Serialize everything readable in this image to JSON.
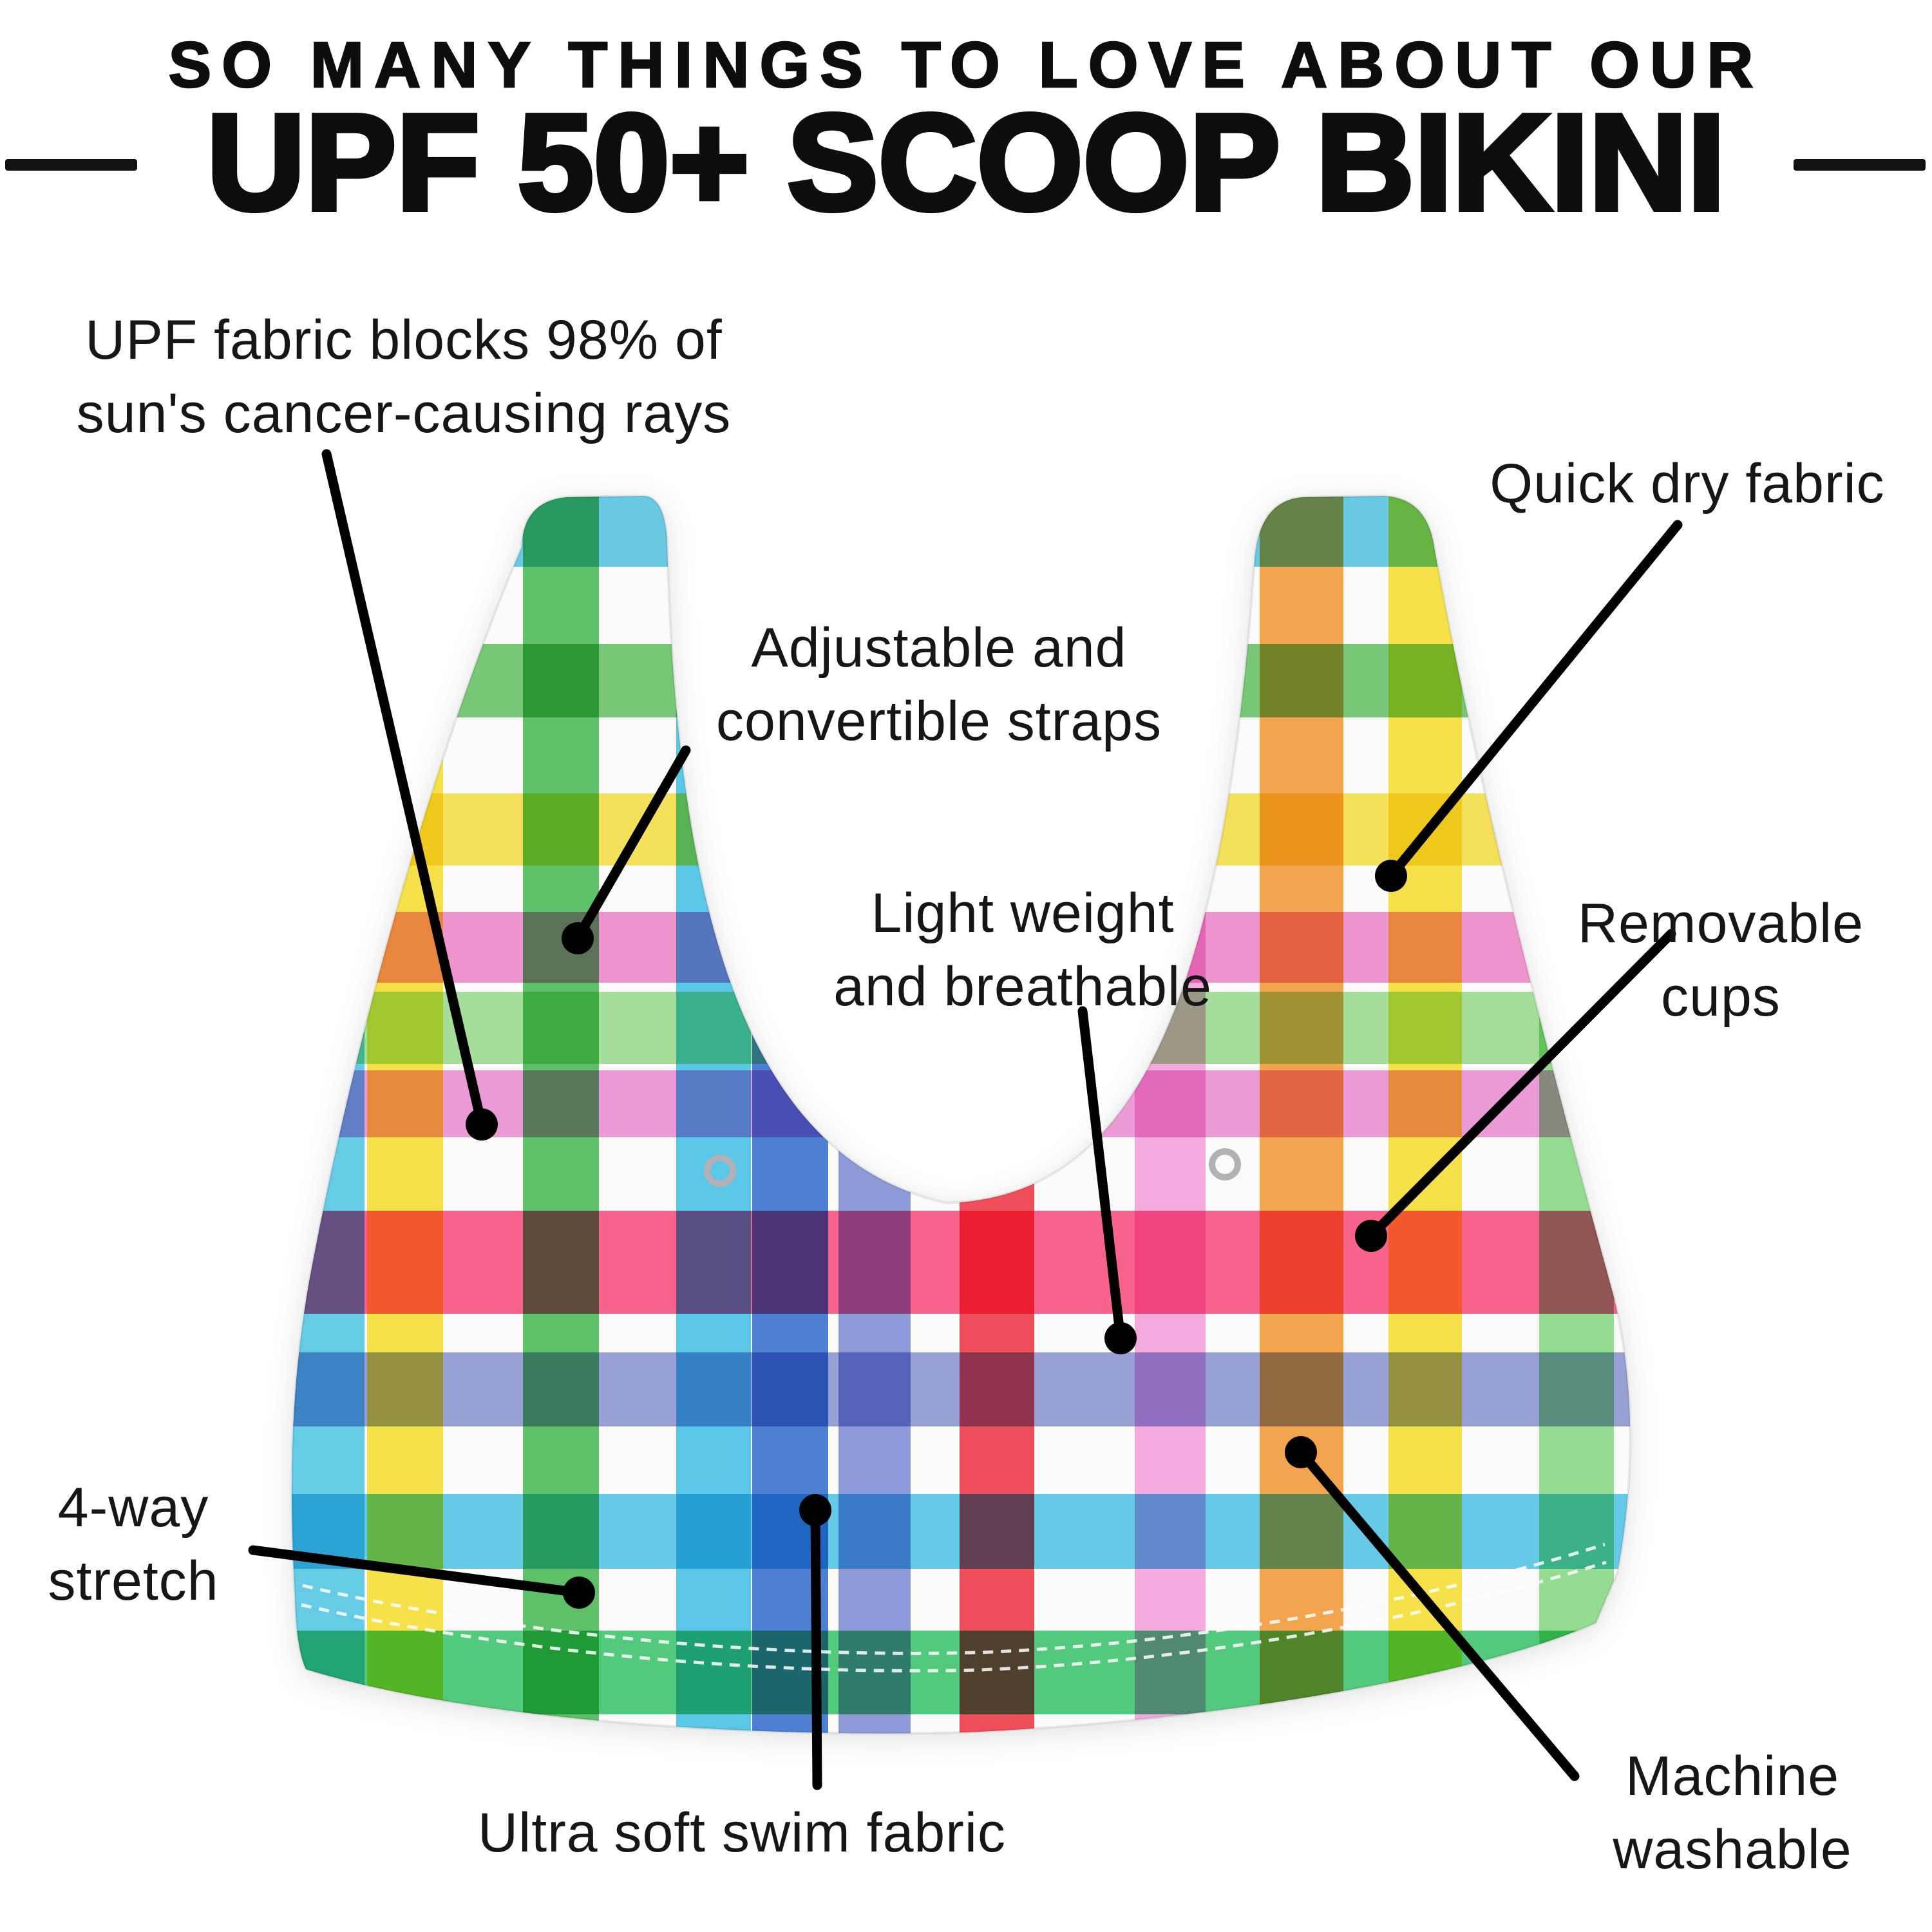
{
  "infographic": {
    "kicker": "SO MANY THINGS TO LOVE ABOUT OUR",
    "title": "UPF 50+ SCOOP BIKINI"
  },
  "callouts": [
    {
      "id": "upf-protection",
      "lines": [
        "UPF fabric blocks 98% of",
        "sun's cancer-causing rays"
      ]
    },
    {
      "id": "quick-dry",
      "lines": [
        "Quick dry fabric",
        ""
      ]
    },
    {
      "id": "adjustable-straps",
      "lines": [
        "Adjustable and",
        "convertible straps"
      ]
    },
    {
      "id": "lightweight",
      "lines": [
        "Light weight",
        "and breathable"
      ]
    },
    {
      "id": "removable-cups",
      "lines": [
        "Removable",
        "cups"
      ]
    },
    {
      "id": "four-way-stretch",
      "lines": [
        "4-way",
        "stretch"
      ]
    },
    {
      "id": "ultra-soft",
      "lines": [
        "Ultra soft swim fabric",
        ""
      ]
    },
    {
      "id": "machine-washable",
      "lines": [
        "Machine",
        "washable"
      ]
    }
  ],
  "style": {
    "text_color": "#161616",
    "title_color": "#0d0d0d",
    "line_color": "#000000",
    "background": "#ffffff"
  },
  "fabric": {
    "description": "rainbow gingham",
    "base_color": "#fcfbf9",
    "column_colors": [
      "#66cbe4",
      "#f6e14b",
      "#5fc06a",
      "#5ac7e6",
      "#4d7fd2",
      "#8e9ad8",
      "#ef4f5a",
      "#f2abdc",
      "#f2a44f",
      "#f6e14b",
      "#93dc92"
    ],
    "row_colors": [
      "#5ac7e6",
      "#6ac46d",
      "#f6e14b",
      "#ef8ccd",
      "#9cdf93",
      "#eb93d6",
      "#fb5384",
      "#8e9ad8",
      "#57c6ea",
      "#41c873"
    ],
    "seam_color": "#ffffff",
    "ring_color": "#b3b1b5"
  }
}
